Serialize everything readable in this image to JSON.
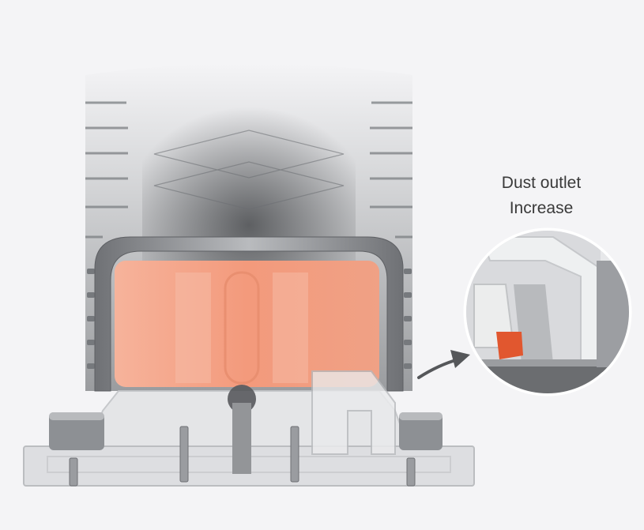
{
  "image": {
    "subject": "router-base",
    "background_color": "#f4f4f6",
    "motor_color": "#f39a7c",
    "housing_color": "#8a8d91"
  },
  "callout": {
    "line1": "Dust outlet",
    "line2": "Increase"
  }
}
